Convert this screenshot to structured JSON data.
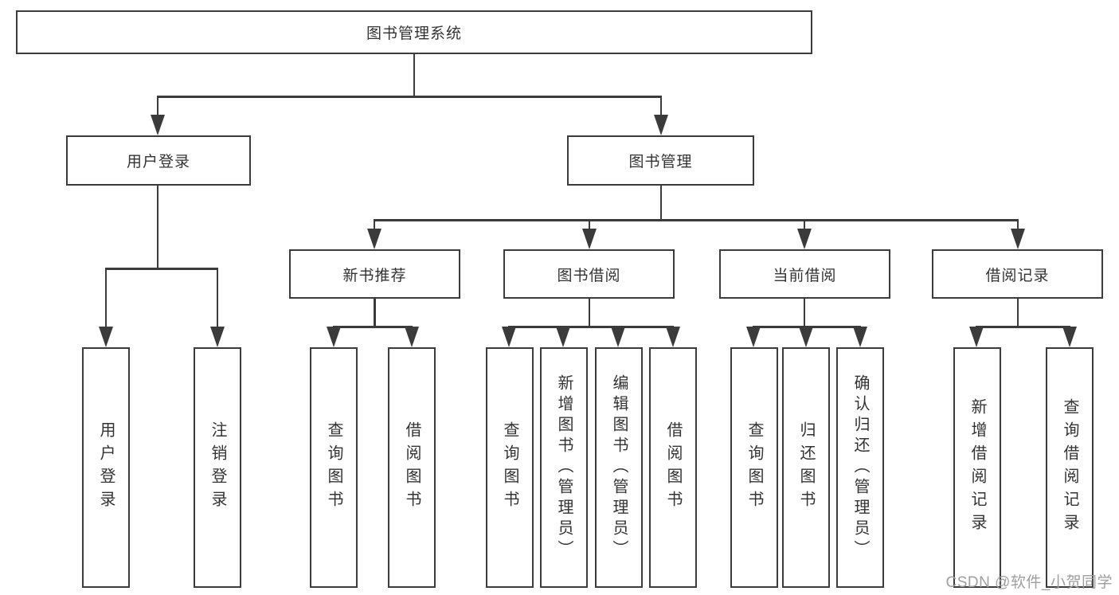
{
  "nodes": {
    "root": "图书管理系统",
    "level2": [
      "用户登录",
      "图书管理"
    ],
    "level3": [
      "新书推荐",
      "图书借阅",
      "当前借阅",
      "借阅记录"
    ],
    "leaves": [
      "用户登录",
      "注销登录",
      "查询图书",
      "借阅图书",
      "查询图书",
      "新增图书（管理员）",
      "编辑图书（管理员）",
      "借阅图书",
      "查询图书",
      "归还图书",
      "确认归还（管理员）",
      "新增借阅记录",
      "查询借阅记录"
    ]
  },
  "watermark": "CSDN @软件_小贺同学",
  "colors": {
    "line": "#3b3b3b",
    "text": "#333333",
    "watermark": "#9e9e9e",
    "background": "#ffffff"
  }
}
